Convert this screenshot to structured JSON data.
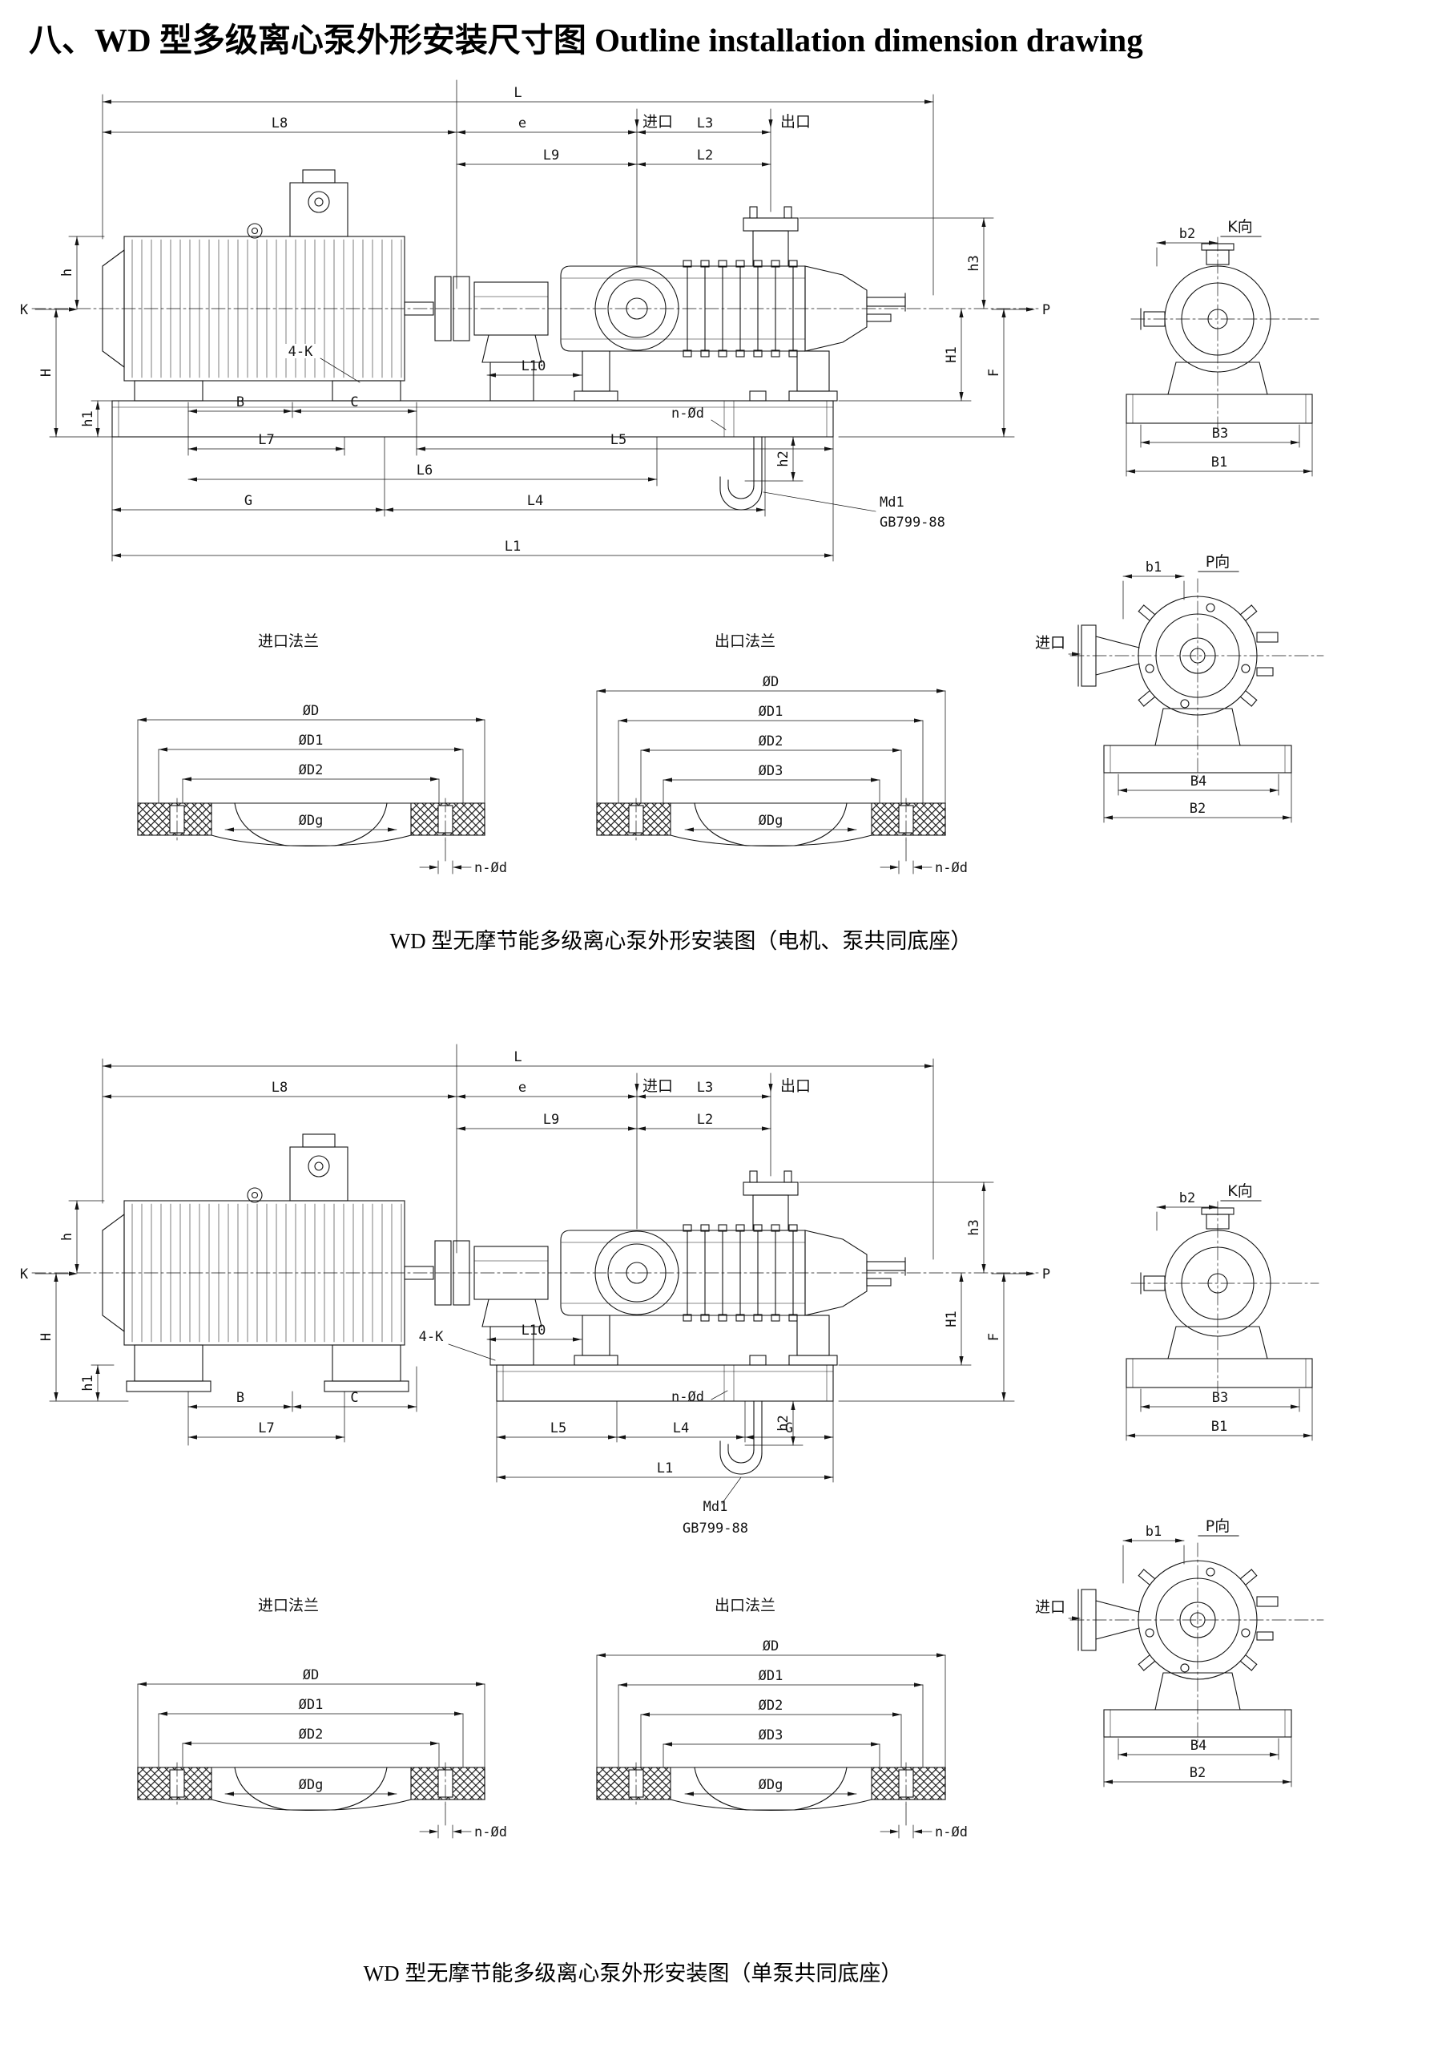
{
  "title": "八、WD 型多级离心泵外形安装尺寸图 Outline installation dimension drawing",
  "figures": [
    {
      "caption": "WD 型无摩节能多级离心泵外形安装图（电机、泵共同底座）"
    },
    {
      "caption": "WD 型无摩节能多级离心泵外形安装图（单泵共同底座）"
    }
  ],
  "labels": {
    "L": "L",
    "L8": "L8",
    "e": "e",
    "L3": "L3",
    "L9": "L9",
    "L2": "L2",
    "inlet": "进口",
    "outlet": "出口",
    "K": "K",
    "P": "P",
    "h": "h",
    "H": "H",
    "h1": "h1",
    "h2": "h2",
    "h3": "h3",
    "H1": "H1",
    "F": "F",
    "B": "B",
    "C": "C",
    "L7": "L7",
    "L6": "L6",
    "L5": "L5",
    "L4": "L4",
    "G": "G",
    "L1": "L1",
    "L10": "L10",
    "fourK": "4-K",
    "nOd": "n-Ød",
    "Md1": "Md1",
    "GB": "GB799-88",
    "Kview": "K向",
    "Pview": "P向",
    "b1": "b1",
    "b2": "b2",
    "B1": "B1",
    "B2": "B2",
    "B3": "B3",
    "B4": "B4",
    "inletFlange": "进口法兰",
    "outletFlange": "出口法兰",
    "OD": "ØD",
    "OD1": "ØD1",
    "OD2": "ØD2",
    "OD3": "ØD3",
    "ODg": "ØDg"
  }
}
